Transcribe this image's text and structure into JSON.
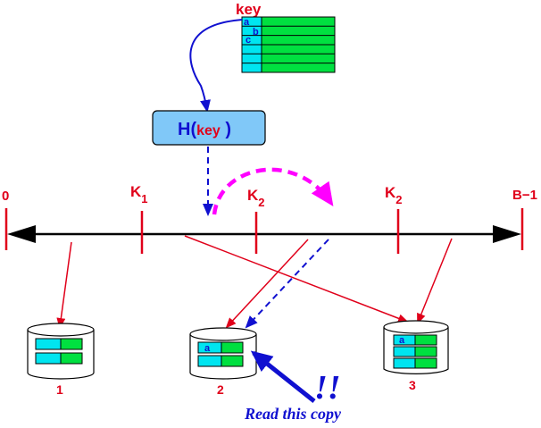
{
  "colors": {
    "key_red": "#e0001a",
    "arrow_blue": "#1010d0",
    "magenta": "#ff00ff",
    "cyan": "#00e5f0",
    "green": "#00e040",
    "hash_box": "#80c8f8"
  },
  "key_table": {
    "title": "key",
    "letters": [
      "a",
      "b",
      "c"
    ]
  },
  "hash_box": {
    "func": "H(",
    "arg": "key",
    "close": " )"
  },
  "axis": {
    "start": "0",
    "end": "B−1",
    "markers": [
      {
        "base": "K",
        "sub": "1"
      },
      {
        "base": "K",
        "sub": "2"
      },
      {
        "base": "K",
        "sub": "2"
      }
    ]
  },
  "buckets": [
    {
      "label": "1",
      "letter": ""
    },
    {
      "label": "2",
      "letter": "a"
    },
    {
      "label": "3",
      "letter": "a"
    }
  ],
  "annotation": {
    "exclaim": "!!",
    "text": "Read this copy"
  }
}
